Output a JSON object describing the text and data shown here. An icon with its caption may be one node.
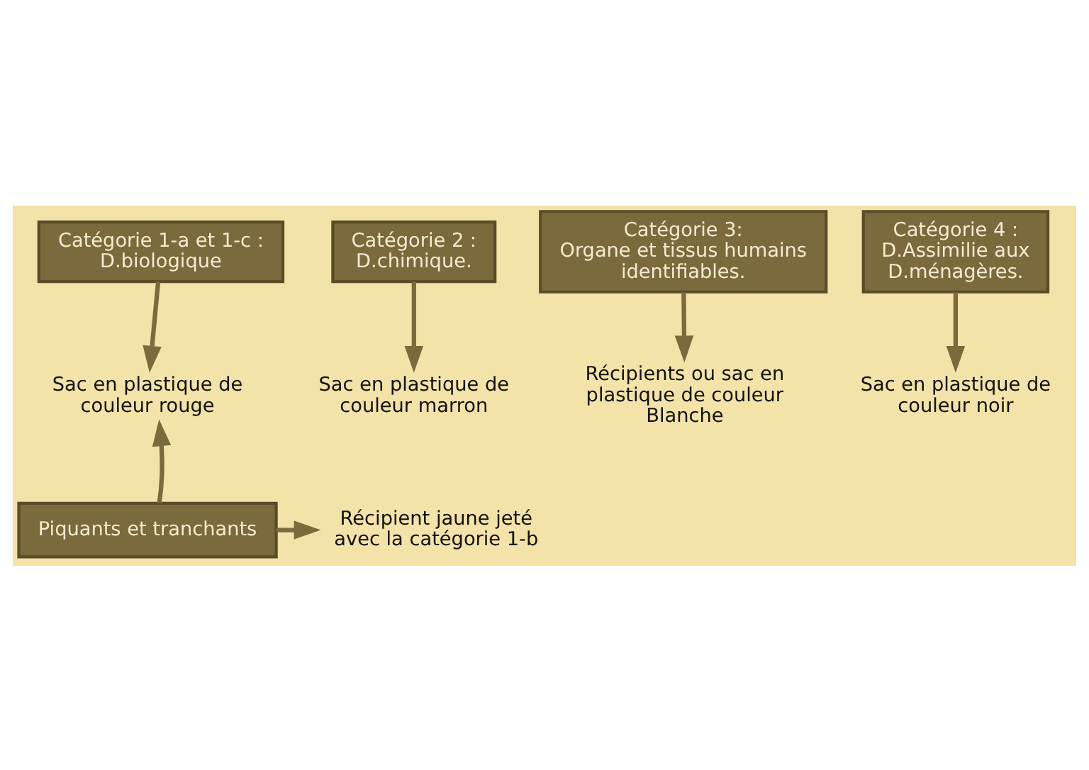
{
  "diagram": {
    "nodes": [
      {
        "text": [
          "Catégorie 1-a et 1-c :",
          "D.biologique"
        ]
      },
      {
        "text": [
          "Catégorie 2 :",
          "D.chimique."
        ]
      },
      {
        "text": [
          "Catégorie 3:",
          "Organe et tissus humains identifiables."
        ]
      },
      {
        "text": [
          "Catégorie 4 :",
          "D.Assimilie aux D.ménagères."
        ]
      },
      {
        "text": [
          "Sac en plastique de couleur rouge"
        ]
      },
      {
        "text": [
          "Sac en plastique de couleur marron"
        ]
      },
      {
        "text": [
          "Récipients ou sac en plastique de couleur Blanche"
        ]
      },
      {
        "text": [
          "Sac en plastique de couleur noir"
        ]
      },
      {
        "text": [
          "Piquants et tranchants"
        ]
      },
      {
        "text": [
          "Récipient jaune jeté avec la catégorie 1-b"
        ]
      }
    ],
    "edges": [
      {
        "from": 0,
        "to": 4,
        "arrow": "to"
      },
      {
        "from": 1,
        "to": 5,
        "arrow": "to"
      },
      {
        "from": 2,
        "to": 6,
        "arrow": "to"
      },
      {
        "from": 3,
        "to": 7,
        "arrow": "to"
      },
      {
        "from": 8,
        "to": 4,
        "arrow": "to"
      },
      {
        "from": 8,
        "to": 9,
        "arrow": "to"
      }
    ]
  }
}
